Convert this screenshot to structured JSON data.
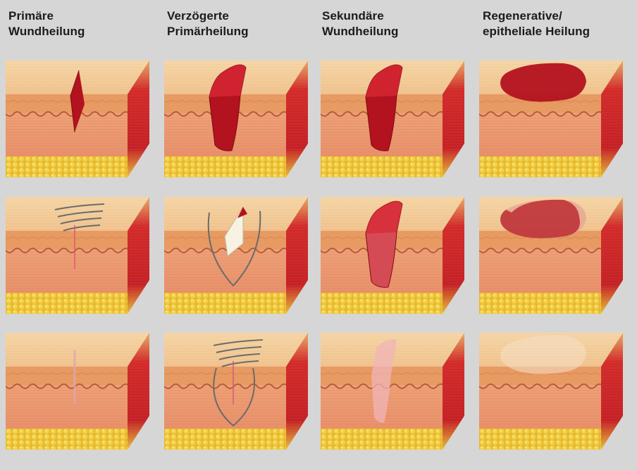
{
  "headers": [
    {
      "line1": "Primäre",
      "line2": "Wundheilung"
    },
    {
      "line1": "Verzögerte",
      "line2": "Primärheilung"
    },
    {
      "line1": "Sekundäre",
      "line2": "Wundheilung"
    },
    {
      "line1": "Regenerative/",
      "line2": "epitheliale Heilung"
    }
  ],
  "colors": {
    "background": "#d6d6d6",
    "skin_top": "#f0c590",
    "epidermis": "#e79a62",
    "dermis": "#e9926c",
    "fat": "#f3d24a",
    "side": "#d22a2a",
    "wound": "#b3121f",
    "suture": "#6b6b6b"
  },
  "stages": [
    [
      "open-incision",
      "open-crater",
      "open-crater-large",
      "superficial-abrasion"
    ],
    [
      "sutured-incision",
      "loose-suture-packed-wound",
      "granulating-crater",
      "re-epithelializing-abrasion"
    ],
    [
      "healed-scar",
      "tightened-suture",
      "healed-crater-scar",
      "healed-surface"
    ]
  ]
}
